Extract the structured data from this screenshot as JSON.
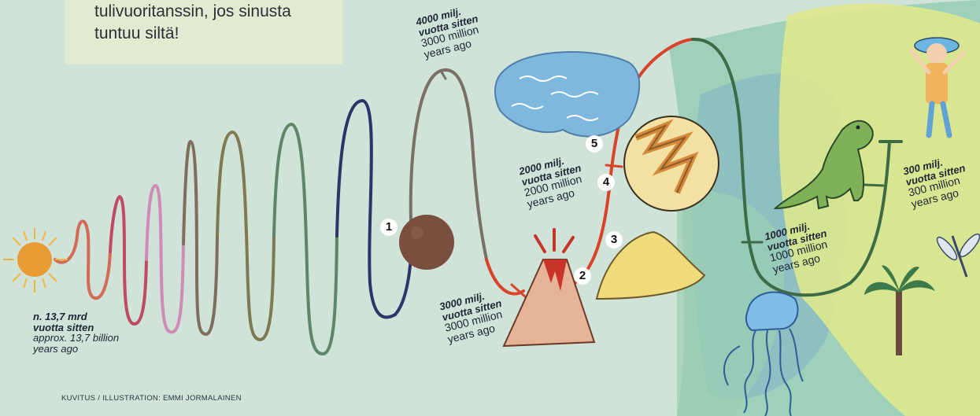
{
  "intro": {
    "line1": "tulivuoritanssin, jos sinusta",
    "line2": "tuntuu siltä!"
  },
  "labels": {
    "start": {
      "fi_line1": "n. 13,7 mrd",
      "fi_line2": "vuotta sitten",
      "en_line1": "approx. 13,7 billion",
      "en_line2": "years ago"
    },
    "m4000": {
      "fi_line1": "4000 milj.",
      "fi_line2": "vuotta sitten",
      "en_line1": "3000 million",
      "en_line2": "years ago"
    },
    "m3000": {
      "fi_line1": "3000 milj.",
      "fi_line2": "vuotta sitten",
      "en_line1": "3000 million",
      "en_line2": "years ago"
    },
    "m2000": {
      "fi_line1": "2000 milj.",
      "fi_line2": "vuotta sitten",
      "en_line1": "2000 million",
      "en_line2": "years ago"
    },
    "m1000": {
      "fi_line1": "1000 milj.",
      "fi_line2": "vuotta sitten",
      "en_line1": "1000 million",
      "en_line2": "years ago"
    },
    "m300": {
      "fi_line1": "300 milj.",
      "fi_line2": "vuotta sitten",
      "en_line1": "300 million",
      "en_line2": "years ago"
    }
  },
  "markers": [
    "1",
    "2",
    "3",
    "4",
    "5"
  ],
  "credit": "KUVITUS / ILLUSTRATION: EMMI JORMALAINEN",
  "colors": {
    "background": "#cfe3d8",
    "line_red": "#d9432a",
    "line_navy": "#2e3468",
    "line_green": "#3d6b45",
    "water": "#7fb8de",
    "sand": "#f0db7a"
  }
}
